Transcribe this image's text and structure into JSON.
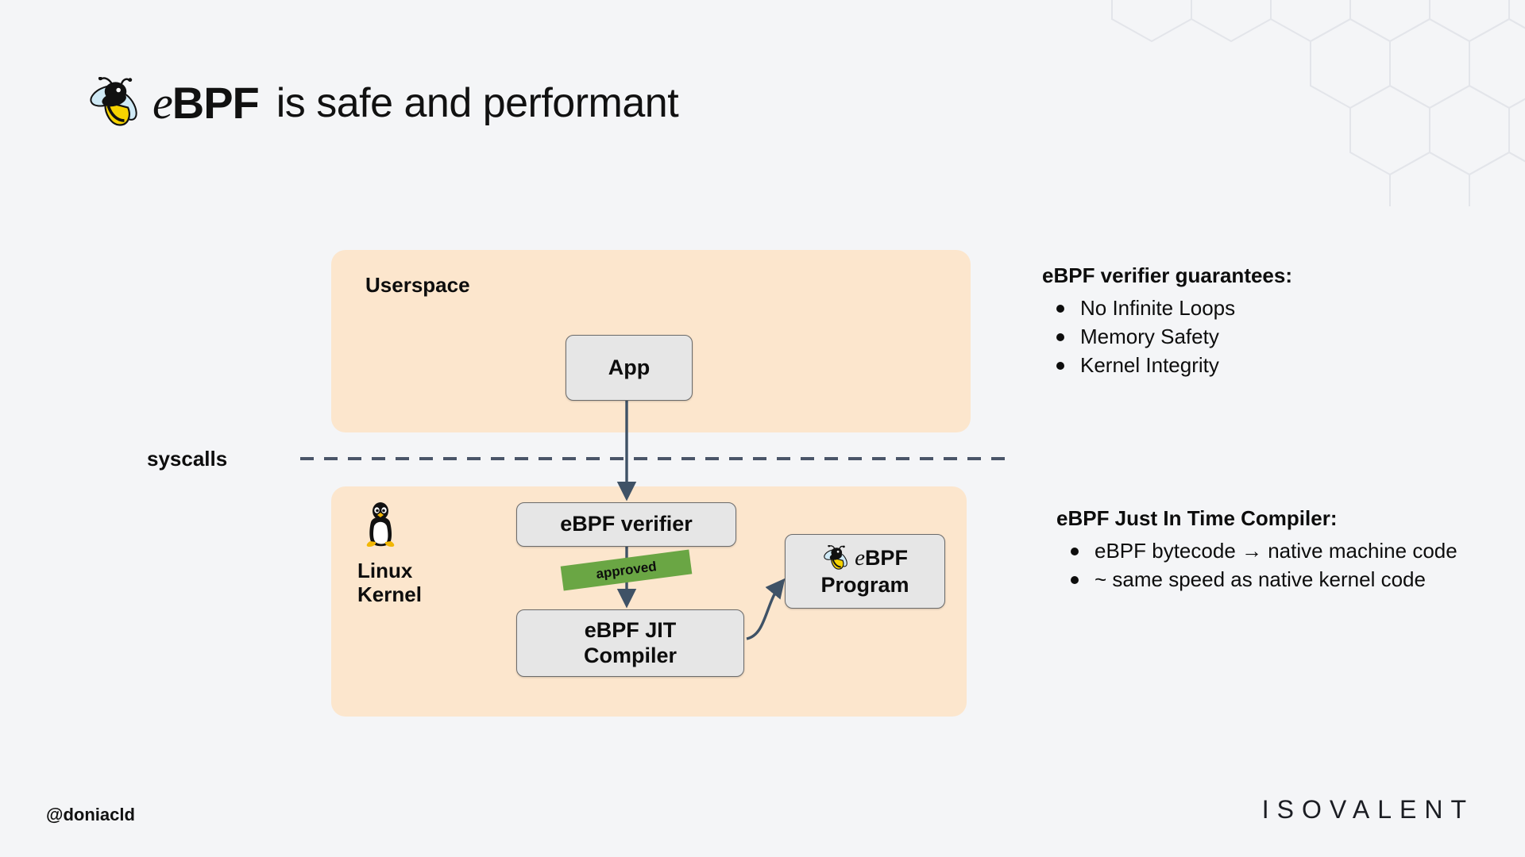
{
  "slide": {
    "background_color": "#f4f5f7",
    "title": {
      "logo_word_prefix": "e",
      "logo_word_suffix": "BPF",
      "rest": "is safe and performant"
    },
    "footer": {
      "handle": "@doniacld",
      "brand": "ISOVALENT"
    }
  },
  "diagram": {
    "zones": {
      "userspace_label": "Userspace",
      "kernel_label": "Linux\nKernel",
      "kernel_label_line1": "Linux",
      "kernel_label_line2": "Kernel",
      "zone_color": "#fce6cd"
    },
    "boundary": {
      "label": "syscalls",
      "style": "dashed",
      "color": "#4a5568"
    },
    "nodes": [
      {
        "id": "app",
        "label": "App"
      },
      {
        "id": "verifier",
        "label": "eBPF verifier"
      },
      {
        "id": "jit",
        "label_line1": "eBPF JIT",
        "label_line2": "Compiler"
      },
      {
        "id": "program",
        "label_prefix": "e",
        "label_suffix": "BPF",
        "label_line2": "Program"
      }
    ],
    "edges": [
      {
        "from": "app",
        "to": "verifier",
        "label": ""
      },
      {
        "from": "verifier",
        "to": "jit",
        "label": "approved"
      },
      {
        "from": "jit",
        "to": "program",
        "label": ""
      }
    ],
    "banner": {
      "text": "approved",
      "color": "#6aa644"
    },
    "node_fill": "#e6e6e6",
    "node_stroke": "#6b6b6b",
    "arrow_color": "#3f5266"
  },
  "side_panels": [
    {
      "heading": "eBPF verifier guarantees:",
      "items": [
        "No Infinite Loops",
        "Memory Safety",
        "Kernel Integrity"
      ]
    },
    {
      "heading": "eBPF Just In Time Compiler:",
      "items": [
        "eBPF bytecode → native machine code",
        "~ same speed as native kernel code"
      ]
    }
  ]
}
